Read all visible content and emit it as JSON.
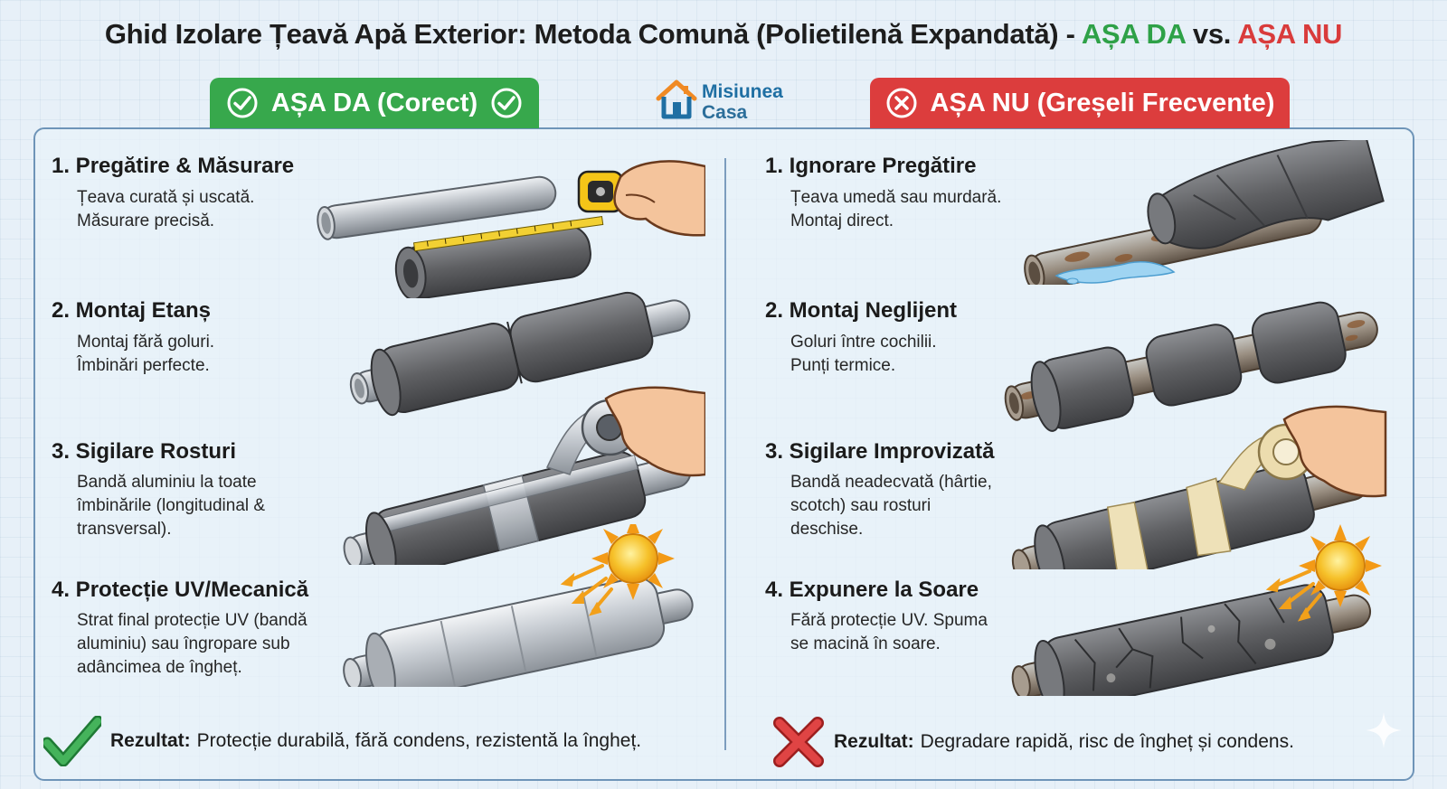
{
  "header": {
    "title_main": "Ghid Izolare Țeavă Apă Exterior: Metoda Comună (Polietilenă Expandată) - ",
    "title_da": "AȘA DA",
    "title_vs": " vs. ",
    "title_nu": "AȘA NU"
  },
  "tabs": {
    "da": "AȘA DA (Corect)",
    "nu": "AȘA NU (Greșeli Frecvente)"
  },
  "logo": {
    "line1": "Misiunea",
    "line2": "Casa"
  },
  "left": {
    "steps": [
      {
        "title": "1. Pregătire & Măsurare",
        "desc": "Țeava curată și uscată.\nMăsurare precisă."
      },
      {
        "title": "2. Montaj Etanș",
        "desc": "Montaj fără goluri.\nÎmbinări perfecte."
      },
      {
        "title": "3. Sigilare Rosturi",
        "desc": "Bandă aluminiu la toate\nîmbinările (longitudinal &\ntransversal)."
      },
      {
        "title": "4. Protecție UV/Mecanică",
        "desc": "Strat final protecție UV (bandă\naluminiu) sau îngropare sub\nadâncimea de îngheț."
      }
    ],
    "result_label": "Rezultat:",
    "result_text": "Protecție durabilă, fără condens, rezistentă la îngheț."
  },
  "right": {
    "steps": [
      {
        "title": "1. Ignorare Pregătire",
        "desc": "Țeava umedă sau murdară.\nMontaj direct."
      },
      {
        "title": "2. Montaj Neglijent",
        "desc": "Goluri între cochilii.\nPunți termice."
      },
      {
        "title": "3. Sigilare Improvizată",
        "desc": "Bandă neadecvată (hârtie,\nscotch) sau rosturi\ndeschise."
      },
      {
        "title": "4. Expunere la Soare",
        "desc": "Fără protecție UV. Spuma\nse macină în soare."
      }
    ],
    "result_label": "Rezultat:",
    "result_text": "Degradare rapidă, risc de îngheț și condens."
  },
  "colors": {
    "green": "#37a84c",
    "red": "#dc3d3d",
    "foam": "#5f6063",
    "steel": "#b9bec4",
    "aluminium": "#c9ced4",
    "rust": "#8a5a34",
    "sun": "#f6c12a"
  },
  "icons": {
    "tab_da": "check-circle-icon",
    "tab_nu": "x-circle-icon",
    "result_da": "checkmark-icon",
    "result_nu": "cross-icon",
    "logo": "house-icon"
  }
}
